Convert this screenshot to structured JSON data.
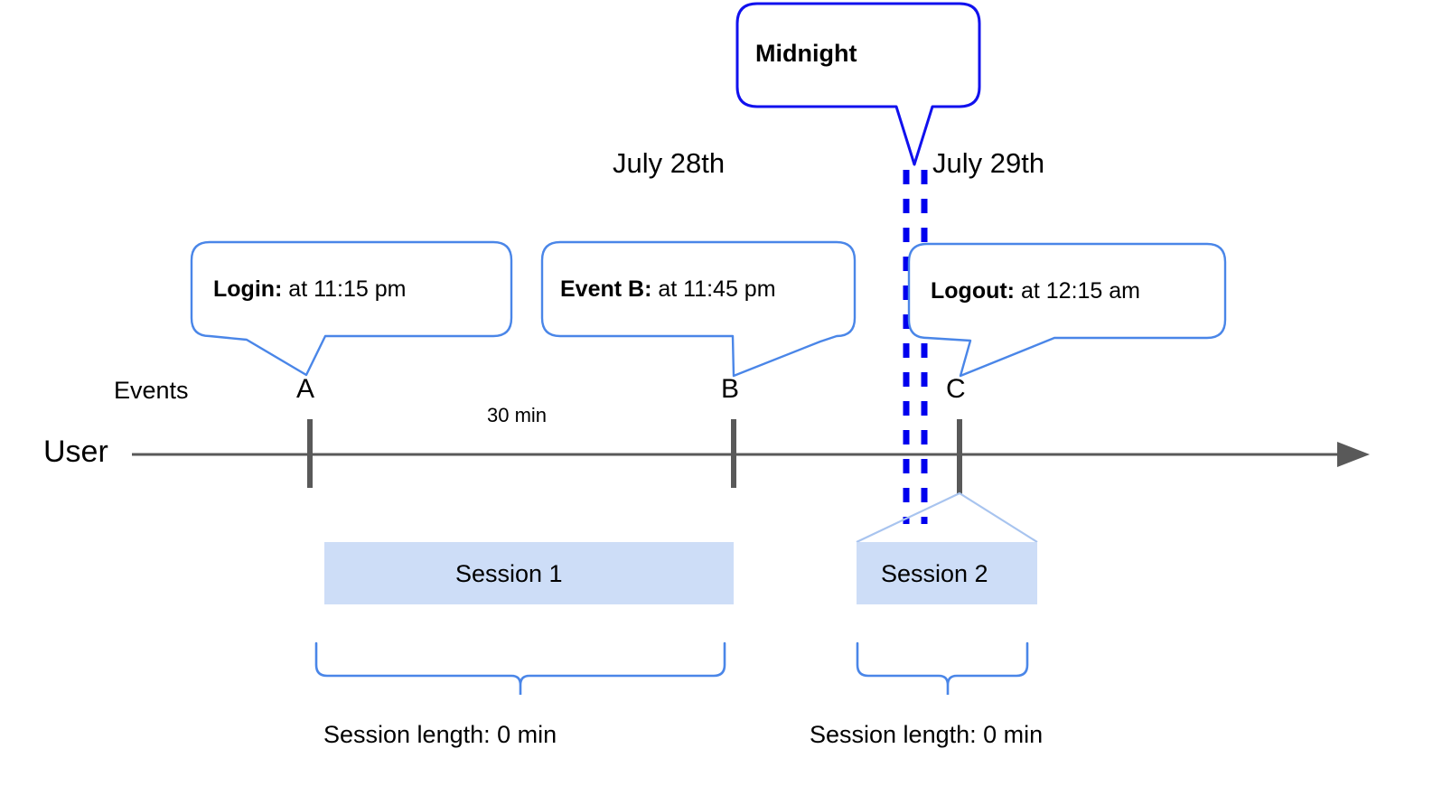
{
  "diagram": {
    "title_callout": {
      "label": "Midnight"
    },
    "date_labels": [
      {
        "name": "july-28",
        "text": "July 28th"
      },
      {
        "name": "july-29",
        "text": "July 29th"
      }
    ],
    "event_callouts": [
      {
        "name": "login-callout",
        "bold": "Login:",
        "rest": " at 11:15 pm"
      },
      {
        "name": "event-b-callout",
        "bold": "Event B:",
        "rest": " at 11:45 pm"
      },
      {
        "name": "logout-callout",
        "bold": "Logout:",
        "rest": " at 12:15 am"
      }
    ],
    "axis": {
      "row_label_events": "Events",
      "row_label_user": "User",
      "markers": [
        "A",
        "B",
        "C"
      ],
      "interval_label": "30 min"
    },
    "sessions": [
      {
        "name": "session-1",
        "label": "Session 1",
        "length_label": "Session length: 0 min"
      },
      {
        "name": "session-2",
        "label": "Session 2",
        "length_label": "Session length: 0 min"
      }
    ],
    "colors": {
      "callout_stroke": "#4a86e8",
      "midnight_stroke": "#1111ee",
      "midnight_dash": "#0000ee",
      "session_fill": "#cdddf7",
      "session_edge": "#a8c4ef",
      "axis": "#595959",
      "text": "#000000"
    }
  }
}
